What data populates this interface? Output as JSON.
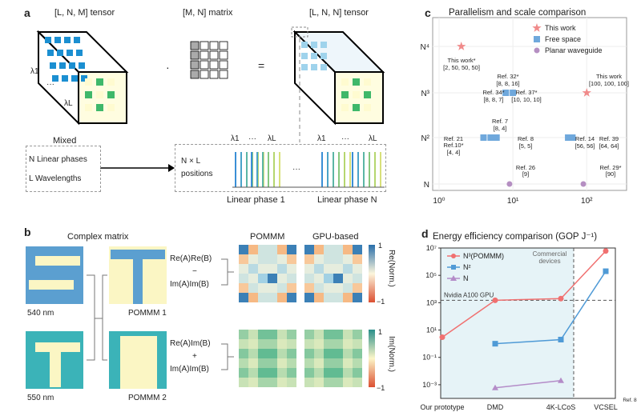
{
  "panel_a": {
    "label": "a",
    "tensor1": "[L, N, M] tensor",
    "matrix": "[M, N] matrix",
    "tensor2": "[L, N, N] tensor",
    "dot": "·",
    "equals": "=",
    "lam1": "λ1",
    "dots": "···",
    "lamL": "λL",
    "mixed": "Mixed",
    "n_phases": "N Linear phases",
    "l_wavelengths": "L Wavelengths",
    "positions_a": "N × L",
    "positions_b": "positions",
    "ellipsis": "···",
    "linear_phase_1": "Linear phase 1",
    "linear_phase_n": "Linear phase N"
  },
  "panel_b": {
    "label": "b",
    "complex_matrix": "Complex matrix",
    "nm540": "540 nm",
    "nm550": "550 nm",
    "pommm1": "POMMM 1",
    "pommm2": "POMMM 2",
    "re1": "Re(A)Re(B)",
    "minus": "−",
    "im1": "Im(A)Im(B)",
    "re2": "Re(A)Im(B)",
    "plus": "+",
    "im2": "Im(A)Im(B)",
    "col_pommm": "POMMM",
    "col_gpu": "GPU-based",
    "cb_top_label": "Re(Norm.)",
    "cb_bot_label": "Im(Norm.)",
    "cb_max": "1",
    "cb_min": "−1"
  },
  "panel_c": {
    "label": "c",
    "title": "Parallelism and scale comparison",
    "legend": [
      "This work",
      "Free space",
      "Planar waveguide"
    ],
    "ylabels": [
      "N⁴",
      "N³",
      "N²",
      "N"
    ],
    "xlabels": [
      "10⁰",
      "10¹",
      "10²"
    ],
    "ann": [
      "This work*",
      "[2, 50, 50, 50]",
      "Ref. 32*",
      "[8, 8, 16]",
      "Ref. 34*",
      "[8, 8, 7]",
      "Ref. 37*",
      "[10, 10, 10]",
      "This work",
      "[100, 100, 100]",
      "Ref. 7",
      "[8, 4]",
      "Ref. 21",
      "Ref.10*",
      "[4, 4]",
      "Ref. 8",
      "[5, 5]",
      "Ref. 14",
      "[56, 56]",
      "Ref. 39",
      "[64, 64]",
      "Ref. 26",
      "[9]",
      "Ref. 29*",
      "[90]"
    ]
  },
  "panel_d": {
    "label": "d",
    "title": "Energy efficiency comparison (GOP J⁻¹)",
    "legend": [
      "N³(POMMM)",
      "N²",
      "N"
    ],
    "commercial": [
      "Commercial",
      "devices"
    ],
    "nvidia": "Nvidia A100 GPU",
    "ylabels": [
      "10⁷",
      "10⁵",
      "10³",
      "10¹",
      "10⁻¹",
      "10⁻³"
    ],
    "xlabels": [
      "Our prototype",
      "DMD",
      "4K-LCoS",
      "VCSEL"
    ],
    "ref8": "Ref. 8"
  },
  "chart_data": [
    {
      "type": "scatter",
      "title": "Parallelism and scale comparison",
      "xscale": "log",
      "xlim": [
        1,
        200
      ],
      "ytick_labels": [
        "N",
        "N²",
        "N³",
        "N⁴"
      ],
      "series": [
        {
          "name": "This work",
          "points": [
            {
              "x": 2,
              "y": "N⁴",
              "label": "This work* [2, 50, 50, 50]"
            },
            {
              "x": 100,
              "y": "N³",
              "label": "This work [100, 100, 100]"
            }
          ]
        },
        {
          "name": "Free space",
          "points": [
            {
              "x": 8,
              "y": "N³",
              "label": "Ref. 32* [8, 8, 16]"
            },
            {
              "x": 8,
              "y": "N³",
              "label": "Ref. 34* [8, 8, 7]"
            },
            {
              "x": 10,
              "y": "N³",
              "label": "Ref. 37* [10, 10, 10]"
            },
            {
              "x": 4,
              "y": "N²",
              "label": "Ref. 21 / Ref.10* [4, 4]"
            },
            {
              "x": 6,
              "y": "N²",
              "label": "Ref. 7 [8, 4]"
            },
            {
              "x": 5,
              "y": "N²",
              "label": "Ref. 8 [5, 5]"
            },
            {
              "x": 56,
              "y": "N²",
              "label": "Ref. 14 [56, 56]"
            },
            {
              "x": 64,
              "y": "N²",
              "label": "Ref. 39 [64, 64]"
            }
          ]
        },
        {
          "name": "Planar waveguide",
          "points": [
            {
              "x": 9,
              "y": "N",
              "label": "Ref. 26 [9]"
            },
            {
              "x": 90,
              "y": "N",
              "label": "Ref. 29* [90]"
            }
          ]
        }
      ]
    },
    {
      "type": "line",
      "title": "Energy efficiency comparison (GOP J⁻¹)",
      "yscale": "log",
      "ylim": [
        0.0001,
        10000000
      ],
      "categories": [
        "Our prototype",
        "DMD",
        "4K-LCoS",
        "VCSEL"
      ],
      "series": [
        {
          "name": "N³(POMMM)",
          "values": [
            3,
            1500,
            2000,
            6000000
          ]
        },
        {
          "name": "N²",
          "values": [
            null,
            1,
            2,
            200000
          ]
        },
        {
          "name": "N",
          "values": [
            null,
            0.0006,
            0.002,
            null
          ]
        }
      ],
      "reference_line": {
        "label": "Nvidia A100 GPU",
        "value": 1500
      }
    }
  ]
}
